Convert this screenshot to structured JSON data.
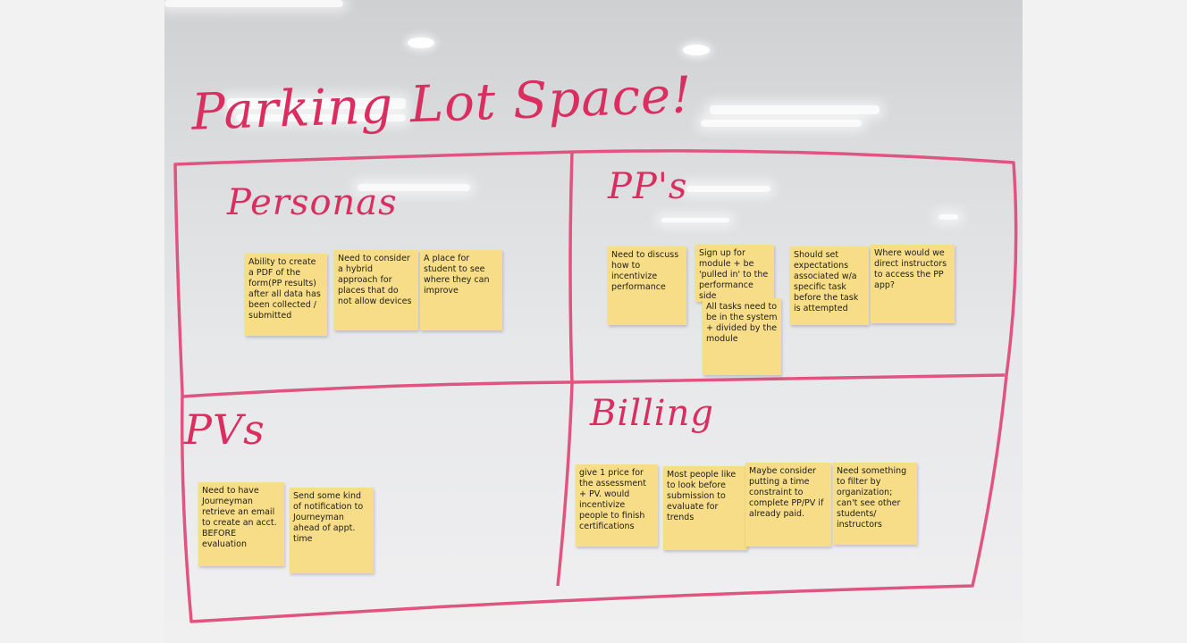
{
  "board": {
    "title": "Parking Lot Space!",
    "quadrants": {
      "personas": {
        "title": "Personas",
        "notes": [
          "Ability to create a PDF of the form(PP results) after all data has been collected / submitted",
          "Need to consider a hybrid approach for places that do not allow devices",
          "A place for student to see where they can improve"
        ]
      },
      "pps": {
        "title": "PP's",
        "notes": [
          "Need to discuss how to incentivize performance",
          "Sign up for module + be 'pulled in' to the performance side",
          "All tasks need to be in the system + divided by the module",
          "Should set expectations associated w/a specific task before the task is attempted",
          "Where would we direct instructors to access the PP app?"
        ]
      },
      "pvs": {
        "title": "PVs",
        "notes": [
          "Need to have Journeyman retrieve an email to create an acct. BEFORE evaluation",
          "Send some kind of notification to Journeyman ahead of appt. time"
        ]
      },
      "billing": {
        "title": "Billing",
        "notes": [
          "give 1 price for the assessment + PV. would incentivize people to finish certifications",
          "Most people like to look before submission to evaluate for trends",
          "Maybe consider putting a time constraint to complete PP/PV if already paid.",
          "Need something to filter by organization; can't see other students/ instructors"
        ]
      }
    }
  },
  "colors": {
    "marker": "#d92e5f",
    "sticky_note": "#f7dd87",
    "whiteboard": "#e7e8ea"
  }
}
